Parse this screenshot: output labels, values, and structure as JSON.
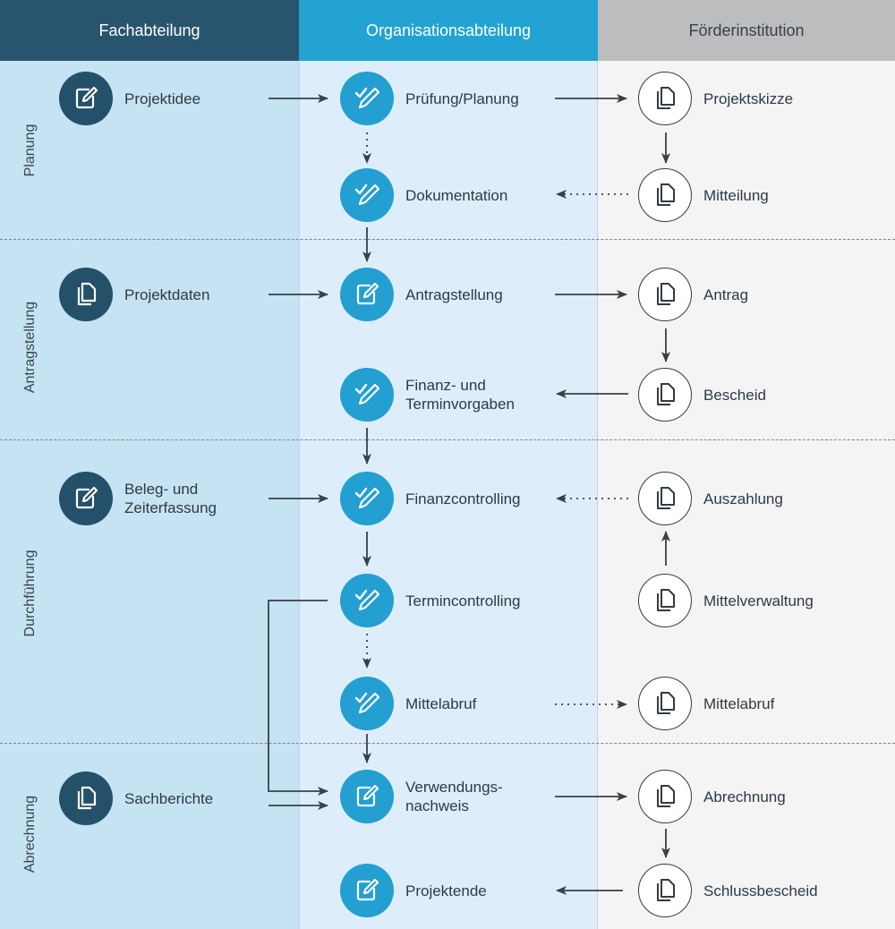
{
  "colors": {
    "lane1_bg": "#c5e3f3",
    "lane2_bg": "#ddeefa",
    "lane3_bg": "#f4f4f4",
    "header1": "#29546d",
    "header2": "#22a3d3",
    "header3": "#bcbdbf",
    "node_dark": "#24506a",
    "node_blue": "#239fd2",
    "arrow": "#3a4047"
  },
  "columns": [
    {
      "title": "Fachabteilung"
    },
    {
      "title": "Organisationsabteilung"
    },
    {
      "title": "Förderinstitution"
    }
  ],
  "phases": [
    {
      "label": "Planung"
    },
    {
      "label": "Antragstellung"
    },
    {
      "label": "Durchführung"
    },
    {
      "label": "Abrechnung"
    }
  ],
  "nodes": {
    "projektidee": {
      "label": "Projektidee",
      "icon": "edit-icon"
    },
    "pruefung": {
      "label": "Prüfung/Planung",
      "icon": "check-pen-icon"
    },
    "projektskizze": {
      "label": "Projektskizze",
      "icon": "documents-icon"
    },
    "dokumentation": {
      "label": "Dokumentation",
      "icon": "check-pen-icon"
    },
    "mitteilung": {
      "label": "Mitteilung",
      "icon": "documents-icon"
    },
    "projektdaten": {
      "label": "Projektdaten",
      "icon": "documents-icon"
    },
    "antragstellung": {
      "label": "Antragstellung",
      "icon": "edit-icon"
    },
    "antrag": {
      "label": "Antrag",
      "icon": "documents-icon"
    },
    "finanzvorgaben": {
      "label": "Finanz- und\nTerminvorgaben",
      "icon": "check-pen-icon"
    },
    "bescheid": {
      "label": "Bescheid",
      "icon": "documents-icon"
    },
    "beleg": {
      "label": "Beleg- und\nZeiterfassung",
      "icon": "edit-icon"
    },
    "finanzcontrolling": {
      "label": "Finanzcontrolling",
      "icon": "check-pen-icon"
    },
    "auszahlung": {
      "label": "Auszahlung",
      "icon": "documents-icon"
    },
    "termincontrolling": {
      "label": "Termincontrolling",
      "icon": "check-pen-icon"
    },
    "mittelverwaltung": {
      "label": "Mittelverwaltung",
      "icon": "documents-icon"
    },
    "mittelabruf_org": {
      "label": "Mittelabruf",
      "icon": "check-pen-icon"
    },
    "mittelabruf_foerd": {
      "label": "Mittelabruf",
      "icon": "documents-icon"
    },
    "sachberichte": {
      "label": "Sachberichte",
      "icon": "documents-icon"
    },
    "verwendungsnachweis": {
      "label": "Verwendungs-\nnachweis",
      "icon": "edit-icon"
    },
    "abrechnung": {
      "label": "Abrechnung",
      "icon": "documents-icon"
    },
    "projektende": {
      "label": "Projektende",
      "icon": "edit-icon"
    },
    "schlussbescheid": {
      "label": "Schlussbescheid",
      "icon": "documents-icon"
    }
  }
}
